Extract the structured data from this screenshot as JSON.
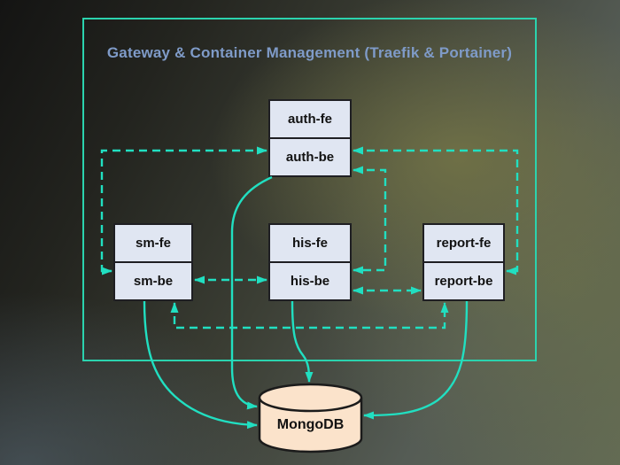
{
  "diagram": {
    "title": "Gateway & Container Management (Traefik & Portainer)",
    "nodes": {
      "auth_fe": "auth-fe",
      "auth_be": "auth-be",
      "sm_fe": "sm-fe",
      "sm_be": "sm-be",
      "his_fe": "his-fe",
      "his_be": "his-be",
      "report_fe": "report-fe",
      "report_be": "report-be",
      "db": "MongoDB"
    },
    "edges": [
      {
        "from": "auth-be",
        "to": "sm-be",
        "style": "dashed",
        "bidirectional": true
      },
      {
        "from": "auth-be",
        "to": "his-be",
        "style": "dashed",
        "bidirectional": true
      },
      {
        "from": "auth-be",
        "to": "report-be",
        "style": "dashed",
        "bidirectional": true
      },
      {
        "from": "sm-be",
        "to": "his-be",
        "style": "dashed",
        "bidirectional": true
      },
      {
        "from": "his-be",
        "to": "report-be",
        "style": "dashed",
        "bidirectional": true
      },
      {
        "from": "sm-be",
        "to": "report-be",
        "style": "dashed",
        "bidirectional": true
      },
      {
        "from": "auth-be",
        "to": "MongoDB",
        "style": "solid"
      },
      {
        "from": "sm-be",
        "to": "MongoDB",
        "style": "solid"
      },
      {
        "from": "his-be",
        "to": "MongoDB",
        "style": "solid"
      },
      {
        "from": "report-be",
        "to": "MongoDB",
        "style": "solid"
      }
    ],
    "colors": {
      "edge": "#21DFC1",
      "gateway_border": "#2BD3AE",
      "title_text": "#7F9BC8",
      "node_fill": "#E0E6F2",
      "node_border": "#1F1F23",
      "db_fill": "#FBE3CB"
    }
  }
}
